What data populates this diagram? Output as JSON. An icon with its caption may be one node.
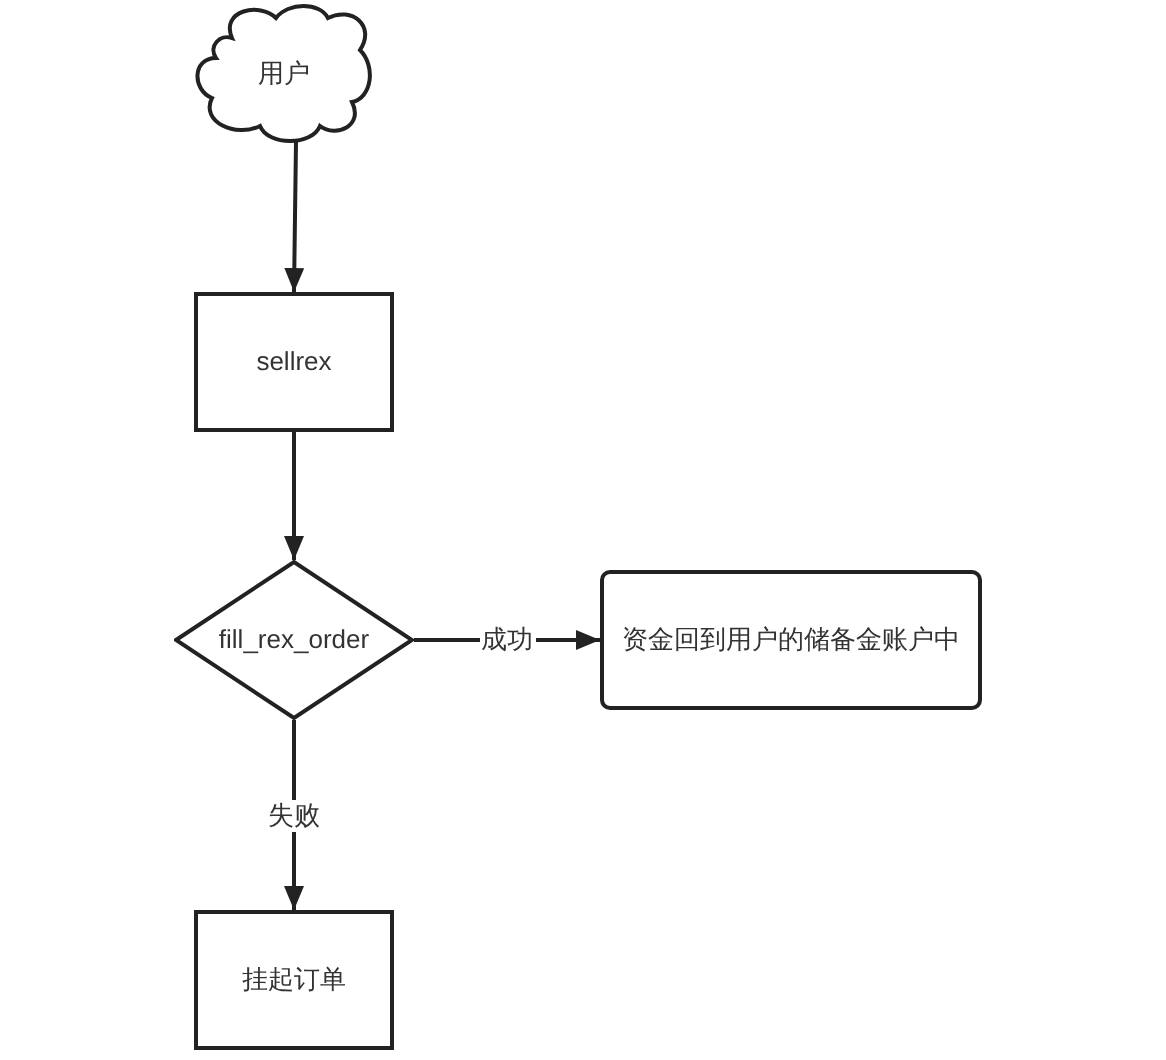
{
  "diagram": {
    "nodes": [
      {
        "text": [
          "用户"
        ]
      },
      {
        "text": [
          "sellrex"
        ]
      },
      {
        "text": [
          "fill_rex_order"
        ]
      },
      {
        "text": [
          "资金回到用户的储备金账户中"
        ]
      },
      {
        "text": [
          "挂起订单"
        ]
      }
    ],
    "edges": [
      {
        "from": 0,
        "to": 1,
        "arrow": "to"
      },
      {
        "from": 1,
        "to": 2,
        "arrow": "to"
      },
      {
        "from": 2,
        "to": 3,
        "arrow": "to",
        "label": "成功"
      },
      {
        "from": 2,
        "to": 4,
        "arrow": "to",
        "label": "失败"
      }
    ]
  }
}
